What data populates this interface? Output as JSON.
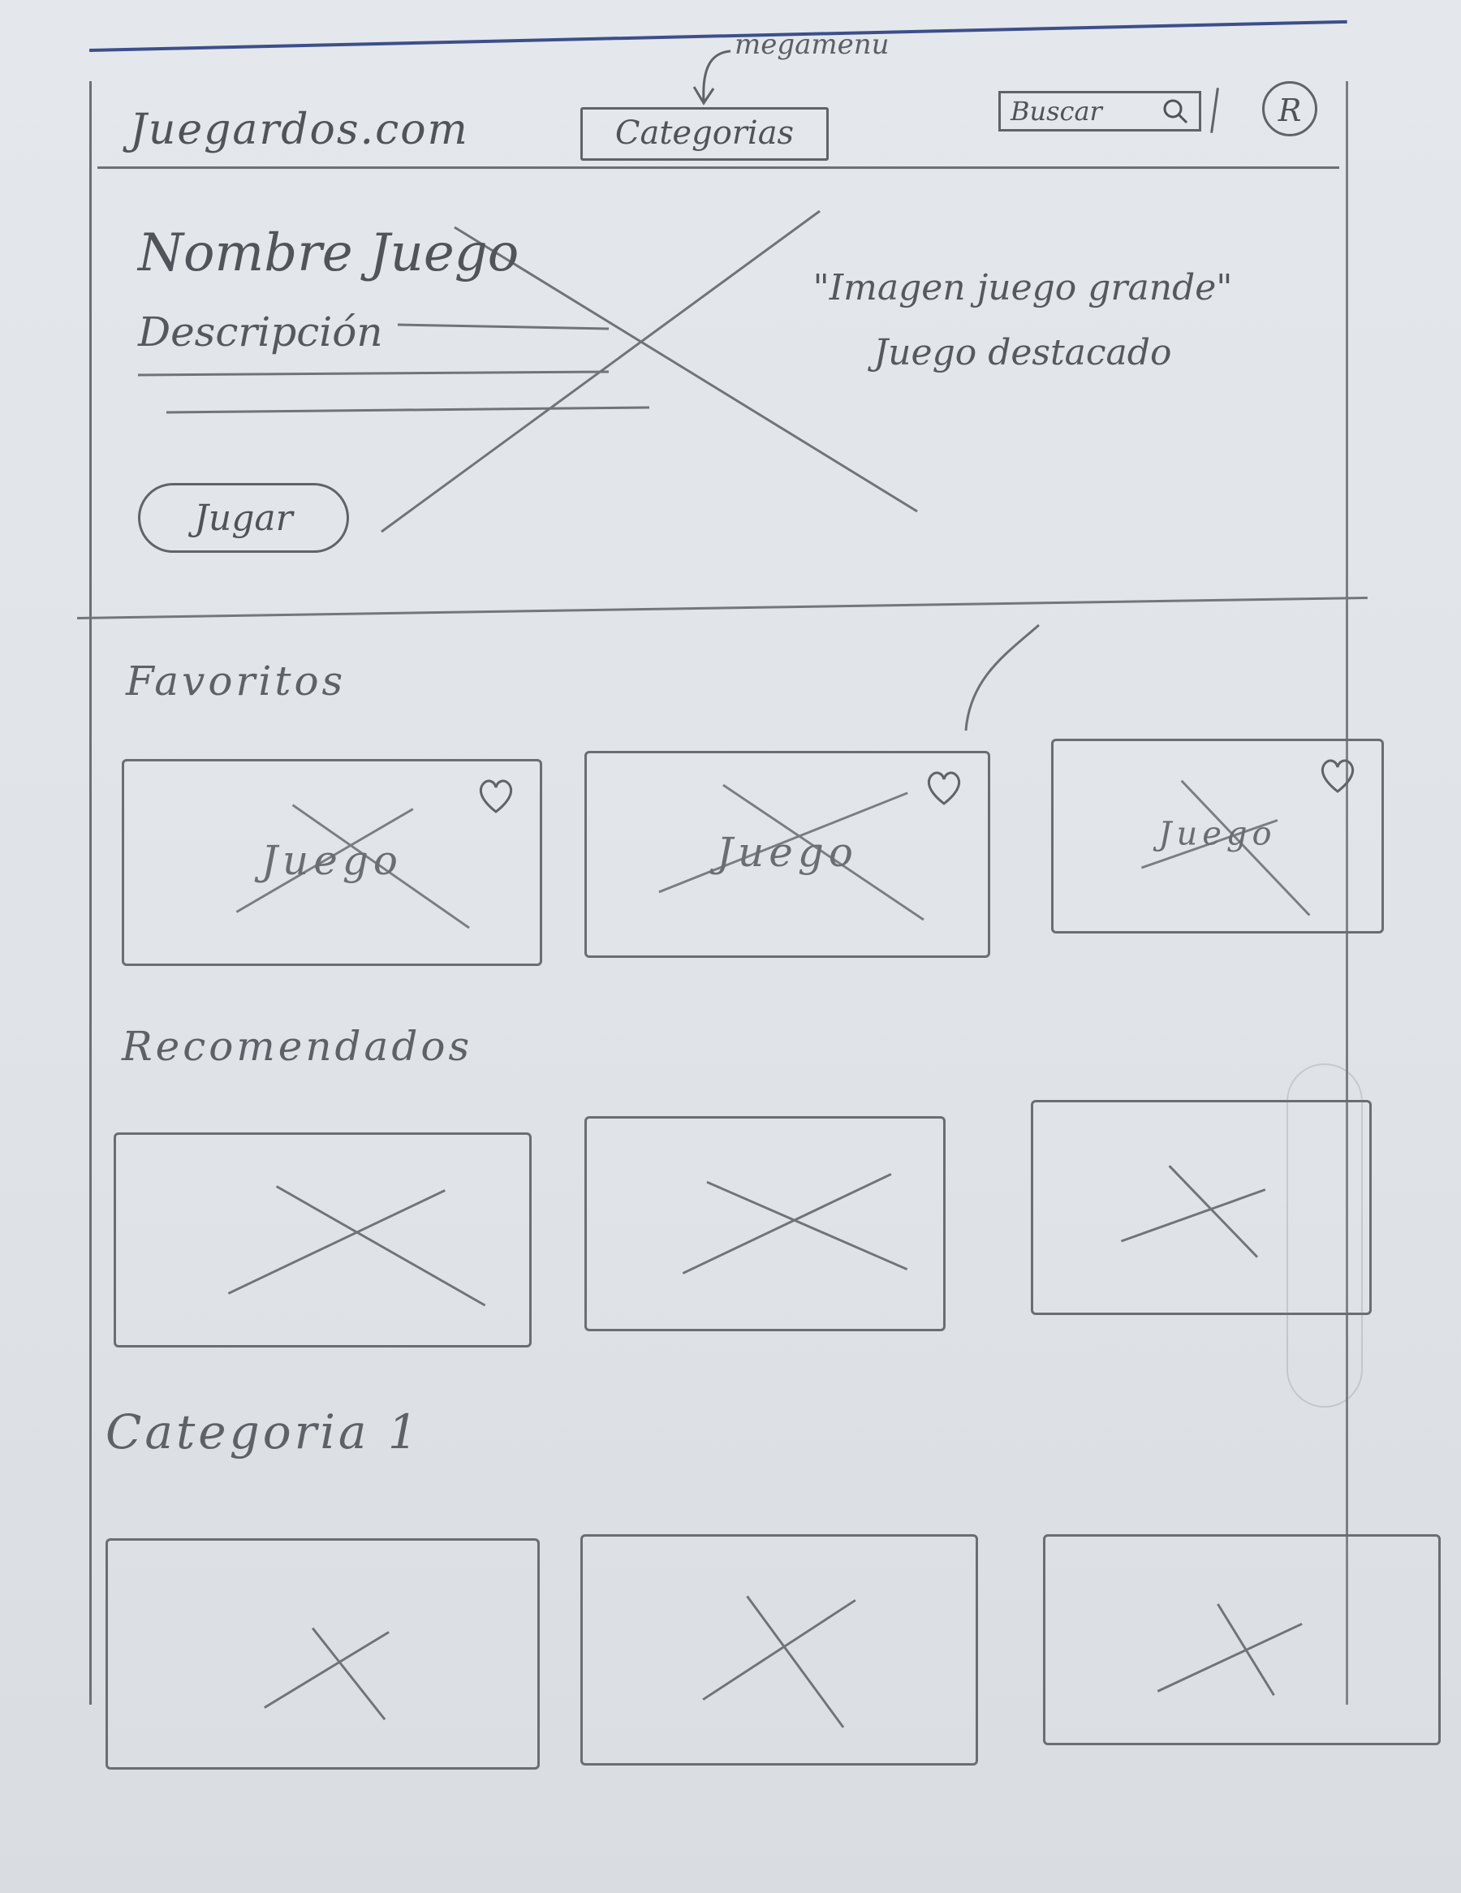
{
  "header": {
    "logo": "Juegardos.com",
    "categories_label": "Categorias",
    "megamenu_note": "megamenu",
    "search_label": "Buscar",
    "avatar_initial": "R"
  },
  "hero": {
    "title": "Nombre Juego",
    "description": "Descripción",
    "image_note_line1": "\"Imagen juego grande\"",
    "image_note_line2": "Juego destacado",
    "play_label": "Jugar"
  },
  "sections": {
    "favoritos": {
      "title": "Favoritos",
      "cards": [
        {
          "label": "Juego",
          "icon": "heart-icon"
        },
        {
          "label": "Juego",
          "icon": "heart-icon"
        },
        {
          "label": "Juego",
          "icon": "heart-icon"
        }
      ]
    },
    "recomendados": {
      "title": "Recomendados",
      "cards": [
        {
          "label": ""
        },
        {
          "label": ""
        },
        {
          "label": ""
        }
      ]
    },
    "categoria1": {
      "title": "Categoria 1",
      "cards": [
        {
          "label": ""
        },
        {
          "label": ""
        },
        {
          "label": ""
        }
      ]
    }
  },
  "colors": {
    "paper": "#dfe3e7",
    "pencil": "#5f636a",
    "pen_blue": "#3d4f8a"
  }
}
